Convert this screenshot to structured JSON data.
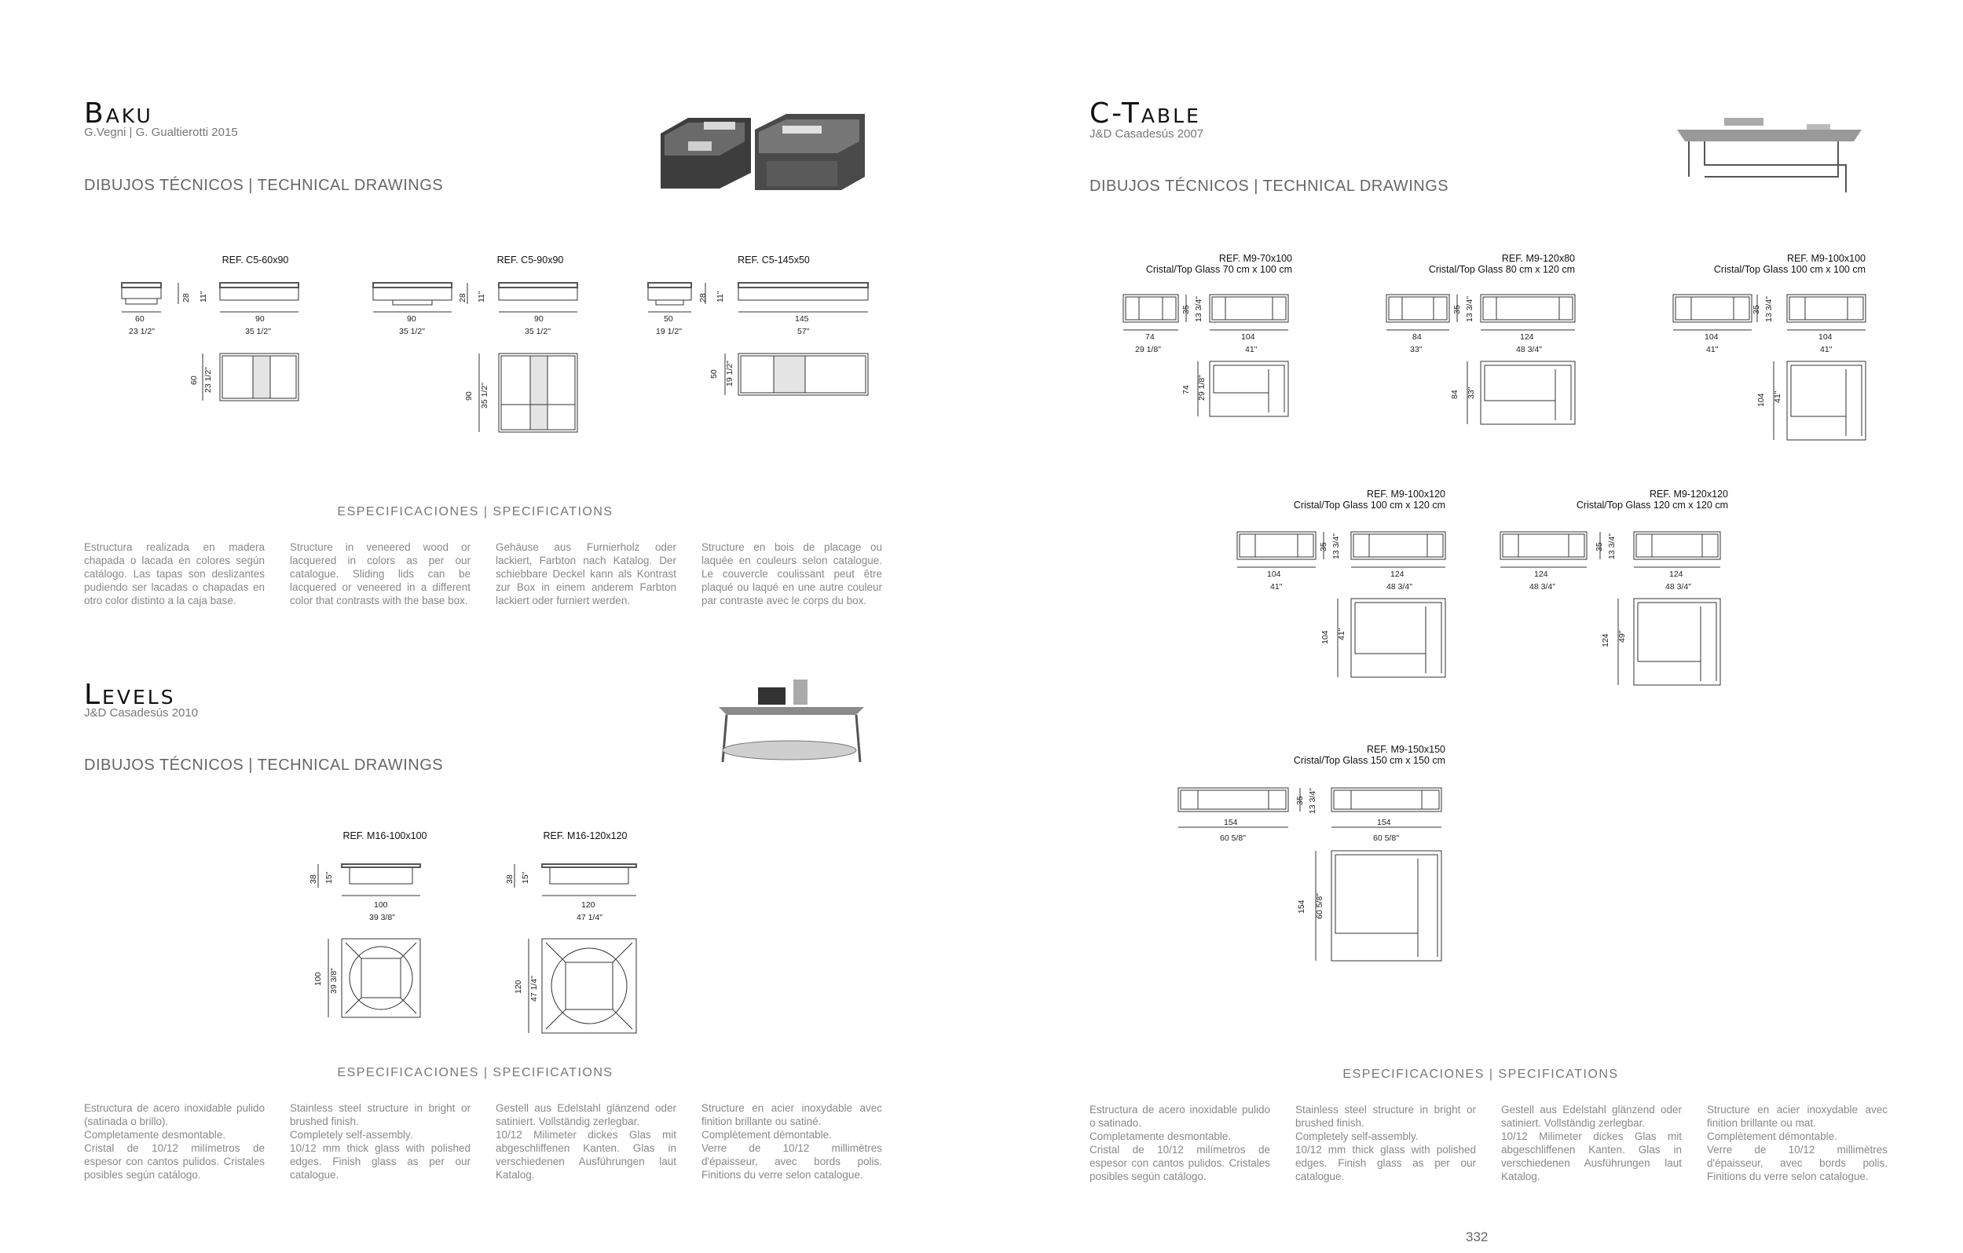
{
  "page_number": "332",
  "baku": {
    "title": "Baku",
    "designer": "G.Vegni | G. Gualtierotti  2015",
    "drawings_label": "DIBUJOS TÉCNICOS | TECHNICAL DRAWINGS",
    "refs": [
      "REF. C5-60x90",
      "REF. C5-90x90",
      "REF. C5-145x50"
    ],
    "dims": {
      "h": "28",
      "h_in": "11\"",
      "d60": "60",
      "d60_in": "23 1/2\"",
      "d90": "90",
      "d90_in": "35 1/2\"",
      "d50": "50",
      "d50_in": "19 1/2\"",
      "d145": "145",
      "d145_in": "57\""
    },
    "spec_label": "ESPECIFICACIONES   |   SPECIFICATIONS",
    "specs": [
      "Estructura realizada en madera chapada o lacada en colores según catálogo. Las tapas son deslizantes pudiendo ser lacadas o chapadas en otro color distinto a la caja base.",
      "Structure in veneered wood or lacquered in colors as per our catalogue. Sliding lids can be lacquered or veneered in a different color that contrasts with the base box.",
      "Gehäuse aus Furnierholz oder lackiert, Farbton nach Katalog. Der schiebbare Deckel kann als Kontrast zur Box in einem anderem Farbton lackiert oder furniert werden.",
      "Structure en bois de placage ou laquée en couleurs selon catalogue. Le couvercle coulissant peut être plaqué ou laqué en une autre couleur par contraste avec le corps du box."
    ]
  },
  "levels": {
    "title": "Levels",
    "designer": "J&D Casadesús  2010",
    "drawings_label": "DIBUJOS TÉCNICOS | TECHNICAL DRAWINGS",
    "refs": [
      "REF. M16-100x100",
      "REF. M16-120x120"
    ],
    "dims": {
      "h": "38",
      "h_in": "15\"",
      "w100": "100",
      "w100_in": "39 3/8\"",
      "w120": "120",
      "w120_in": "47 1/4\""
    },
    "spec_label": "ESPECIFICACIONES   |   SPECIFICATIONS",
    "specs": [
      "Estructura de acero inoxidable pulido (satinada o brillo).\nCompletamente desmontable.\nCristal de 10/12 milímetros de espesor con cantos pulidos. Cristales posibles según catálogo.",
      "Stainless steel structure in bright or brushed finish.\nCompletely self-assembly.\n10/12 mm thick glass with polished edges. Finish glass as per our catalogue.",
      "Gestell aus Edelstahl glänzend oder satiniert. Vollständig zerlegbar.\n10/12 Milimeter dickes Glas mit abgeschliffenen Kanten. Glas in verschiedenen Ausführungen laut Katalog.",
      "Structure en acier inoxydable avec finition brillante ou satiné.\nComplètement démontable.\nVerre de 10/12 millimètres d'épaisseur, avec bords polis. Finitions du verre selon catalogue."
    ]
  },
  "ctable": {
    "title": "C-Table",
    "designer": "J&D Casadesús  2007",
    "drawings_label": "DIBUJOS TÉCNICOS | TECHNICAL DRAWINGS",
    "items": [
      {
        "ref": "REF.  M9-70x100",
        "glass": "Cristal/Top Glass 70 cm x 100 cm",
        "w1": "74",
        "w1_in": "29 1/8\"",
        "w2": "104",
        "w2_in": "41\"",
        "d": "74",
        "d_in": "29 1/8\""
      },
      {
        "ref": "REF.  M9-120x80",
        "glass": "Cristal/Top Glass 80 cm x 120 cm",
        "w1": "84",
        "w1_in": "33\"",
        "w2": "124",
        "w2_in": "48 3/4\"",
        "d": "84",
        "d_in": "33\""
      },
      {
        "ref": "REF.  M9-100x100",
        "glass": "Cristal/Top Glass 100 cm x 100 cm",
        "w1": "104",
        "w1_in": "41\"",
        "w2": "104",
        "w2_in": "41\"",
        "d": "104",
        "d_in": "41\""
      },
      {
        "ref": "REF.  M9-100x120",
        "glass": "Cristal/Top Glass 100 cm x 120 cm",
        "w1": "104",
        "w1_in": "41\"",
        "w2": "124",
        "w2_in": "48 3/4\"",
        "d": "104",
        "d_in": "41\""
      },
      {
        "ref": "REF.  M9-120x120",
        "glass": "Cristal/Top Glass 120 cm x 120 cm",
        "w1": "124",
        "w1_in": "48 3/4\"",
        "w2": "124",
        "w2_in": "48 3/4\"",
        "d": "124",
        "d_in": "49\""
      },
      {
        "ref": "REF.  M9-150x150",
        "glass": "Cristal/Top Glass 150 cm x 150 cm",
        "w1": "154",
        "w1_in": "60 5/8\"",
        "w2": "154",
        "w2_in": "60 5/8\"",
        "d": "154",
        "d_in": "60 5/8\""
      }
    ],
    "h": "35",
    "h_in": "13 3/4\"",
    "spec_label": "ESPECIFICACIONES   |   SPECIFICATIONS",
    "specs": [
      "Estructura de acero inoxidable pulido o satinado.\nCompletamente desmontable.\nCristal de 10/12 milímetros de espesor con cantos pulidos. Cristales posibles según catálogo.",
      "Stainless steel structure in bright or brushed finish.\nCompletely self-assembly.\n10/12 mm thick glass with polished edges. Finish glass as per our catalogue.",
      "Gestell aus Edelstahl glänzend oder satiniert. Vollständig zerlegbar.\n10/12 Milimeter dickes Glas mit abgeschliffenen Kanten. Glas in verschiedenen Ausführungen laut Katalog.",
      "Structure en acier inoxydable avec finition brillante ou mat.\nComplètement démontable.\nVerre de 10/12 millimètres d'épaisseur, avec bords polis. Finitions du verre selon catalogue."
    ]
  }
}
